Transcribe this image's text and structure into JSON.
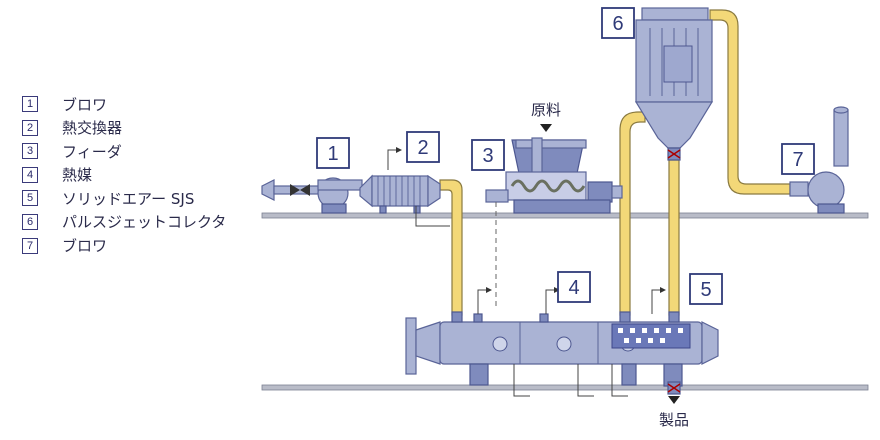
{
  "legend": [
    {
      "num": "1",
      "label": "ブロワ"
    },
    {
      "num": "2",
      "label": "熱交換器"
    },
    {
      "num": "3",
      "label": "フィーダ"
    },
    {
      "num": "4",
      "label": "熱媒"
    },
    {
      "num": "5",
      "label": "ソリッドエアー SJS"
    },
    {
      "num": "6",
      "label": "パルスジェットコレクタ"
    },
    {
      "num": "7",
      "label": "ブロワ"
    }
  ],
  "labels": {
    "raw_material": "原料",
    "product": "製品"
  },
  "callouts": [
    "1",
    "2",
    "3",
    "4",
    "5",
    "6",
    "7"
  ],
  "colors": {
    "steel": "#aab3d4",
    "steel_dark": "#7f8bbd",
    "pipe": "#f3d878",
    "box_border": "#2f3a78",
    "floor": "#b9bcc8"
  }
}
